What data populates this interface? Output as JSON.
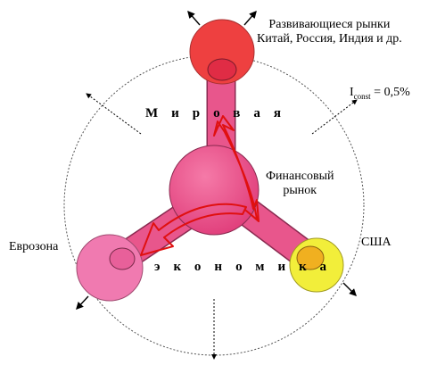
{
  "nodes": {
    "emerging": {
      "line1": "Развивающиеся рынки",
      "line2": "Китай, Россия, Индия и др.",
      "color": "#ee4040"
    },
    "usa": {
      "label": "США",
      "color": "#f2ee3a"
    },
    "eurozone": {
      "label": "Еврозона",
      "color": "#f07ab0"
    },
    "financial_market": {
      "line1": "Финансовый",
      "line2": "рынок",
      "color": "#e8407f"
    }
  },
  "rate": {
    "symbol": "I",
    "subscript": "const",
    "value": " = 0,5%"
  },
  "world_economy": {
    "word1": "Мировая",
    "word2": "экономика"
  },
  "colors": {
    "arm": "#e8568c",
    "flow_arrow": "#e01010",
    "circle": "#555555"
  }
}
